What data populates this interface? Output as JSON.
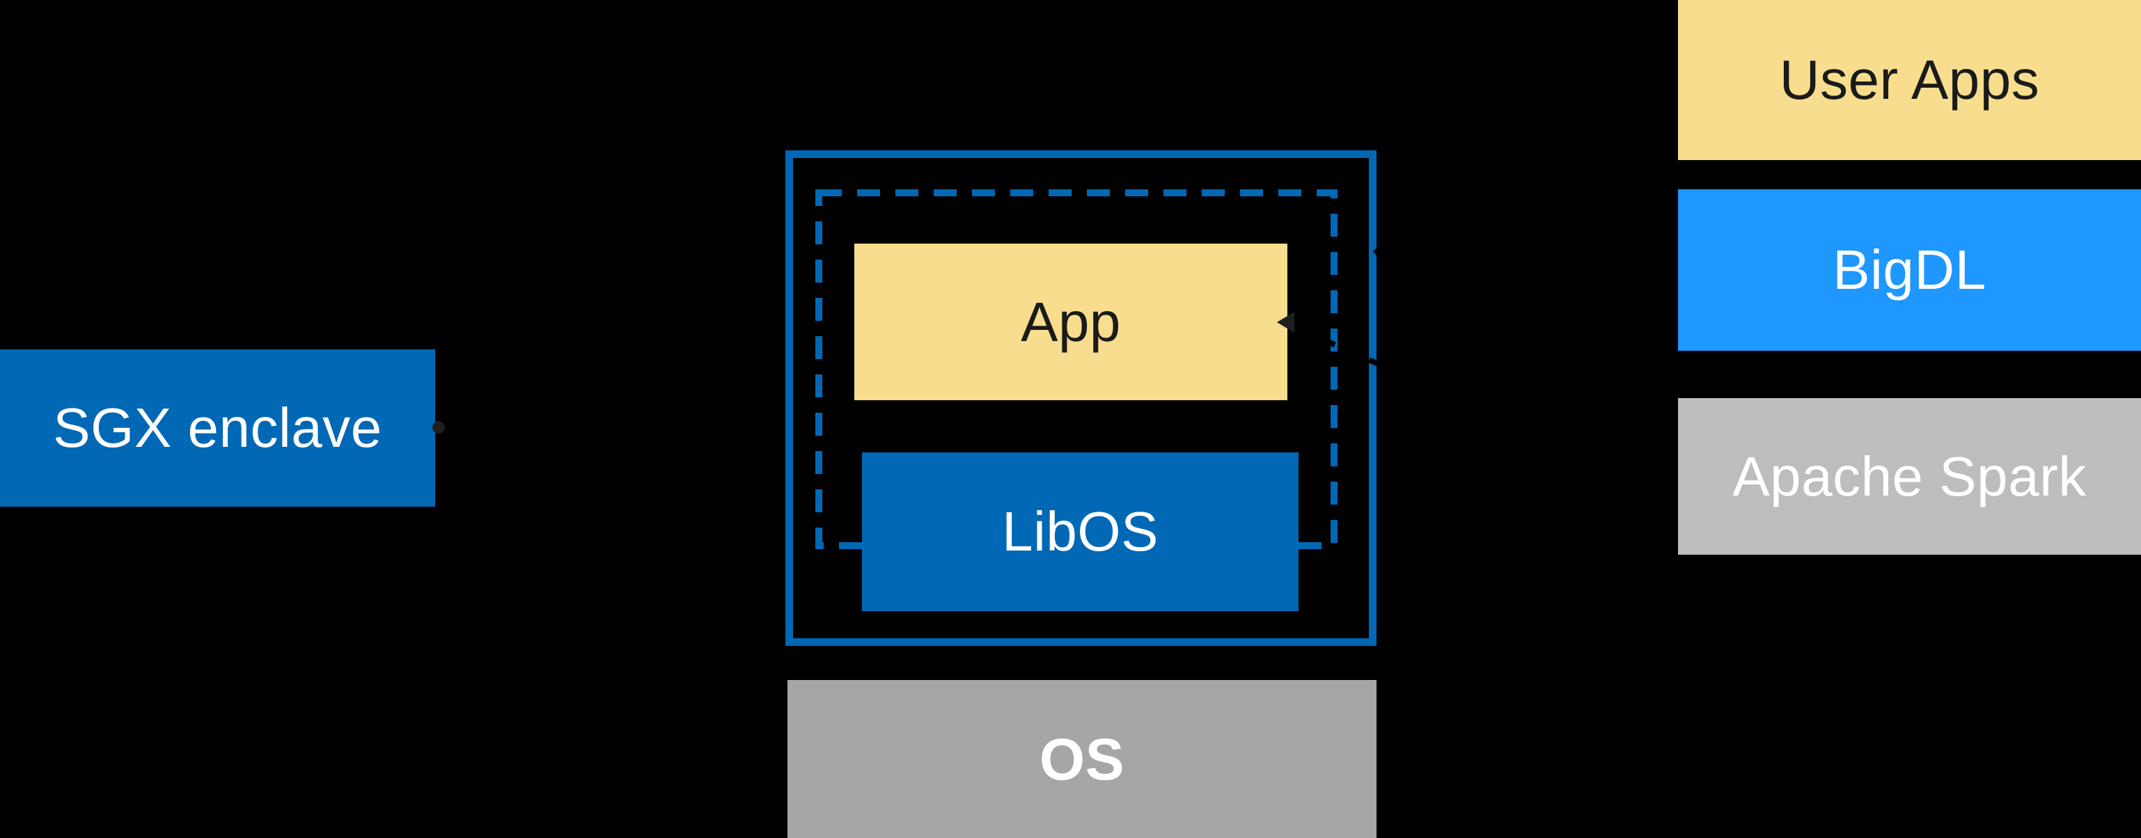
{
  "title": "SGX enclave LibOS architecture diagram",
  "colors": {
    "canvas_bg": "#000000",
    "intel_blue": "#0068B5",
    "bright_blue": "#1E97FF",
    "soft_yellow": "#F7DD8D",
    "gray_os": "#A6A6A6",
    "gray_spark": "#BDBDBD",
    "connector_dark": "#1F1F1F",
    "connector_line": "#000000",
    "label_light": "#FFFFFF",
    "label_dark": "#1A1A1A"
  },
  "nodes": {
    "sgx_enclave": {
      "label": "SGX enclave"
    },
    "app": {
      "label": "App"
    },
    "libos": {
      "label": "LibOS"
    },
    "os": {
      "label": "OS"
    },
    "user_apps": {
      "label": "User Apps"
    },
    "bigdl": {
      "label": "BigDL"
    },
    "apache_spark": {
      "label": "Apache Spark"
    }
  }
}
